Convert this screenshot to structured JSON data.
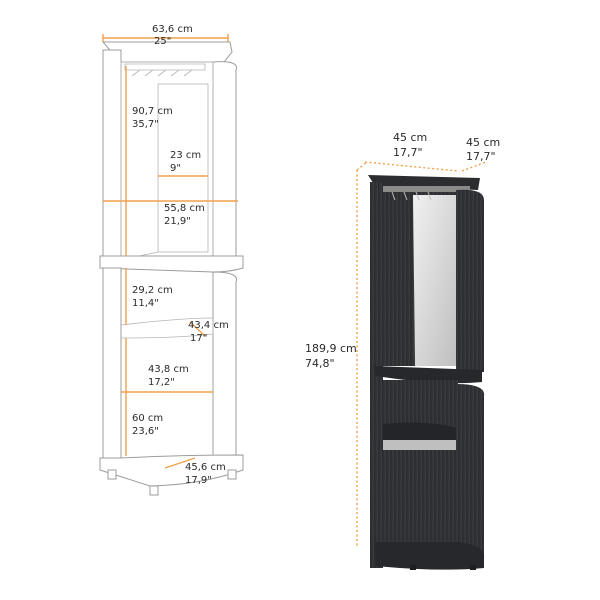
{
  "colors": {
    "dimension_line": "#f0a04b",
    "cabinet_wood": "#2e3033",
    "mirror": "#dcdcdc"
  },
  "left_diagram": {
    "top_width": {
      "cm": "63,6 cm",
      "in": "25\""
    },
    "upper_height": {
      "cm": "90,7 cm",
      "in": "35,7\""
    },
    "mirror_width": {
      "cm": "23 cm",
      "in": "9\""
    },
    "upper_width": {
      "cm": "55,8 cm",
      "in": "21,9\""
    },
    "middle_gap": {
      "cm": "29,2 cm",
      "in": "11,4\""
    },
    "shelf_depth": {
      "cm": "43,4 cm",
      "in": "17\""
    },
    "lower_width": {
      "cm": "43,8 cm",
      "in": "17,2\""
    },
    "lower_height": {
      "cm": "60 cm",
      "in": "23,6\""
    },
    "base_depth": {
      "cm": "45,6 cm",
      "in": "17,9\""
    }
  },
  "right_diagram": {
    "width_a": {
      "cm": "45 cm",
      "in": "17,7\""
    },
    "width_b": {
      "cm": "45 cm",
      "in": "17,7\""
    },
    "total_height": {
      "cm": "189,9 cm",
      "in": "74,8\""
    }
  }
}
